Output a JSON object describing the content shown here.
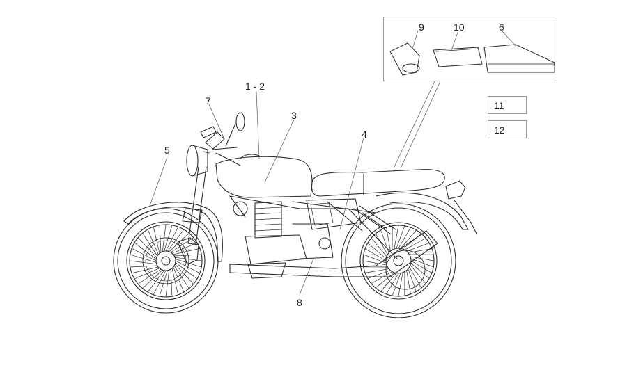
{
  "callouts": {
    "c9": "9",
    "c10": "10",
    "c6": "6",
    "c1_2": "1 - 2",
    "c3": "3",
    "c7": "7",
    "c5": "5",
    "c4": "4",
    "c8": "8"
  },
  "code_boxes": {
    "b11": "11",
    "b12": "12"
  },
  "colors": {
    "line": "#2a2a2a",
    "leader": "#555555",
    "box_border": "#9a9a9a"
  }
}
